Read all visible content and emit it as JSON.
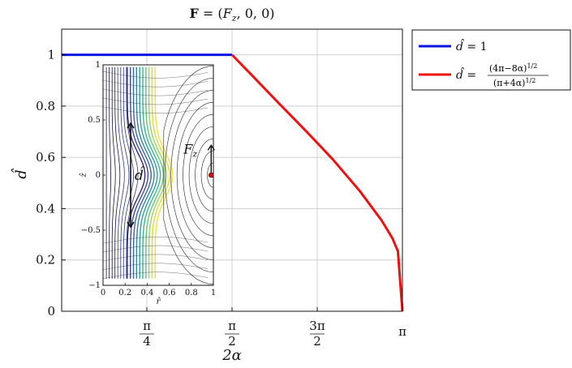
{
  "chart_data": [
    {
      "type": "line",
      "title": "𝐅 = (F_z, 0, 0)",
      "xlabel": "2α",
      "ylabel": "d̂",
      "xlim": [
        0,
        3.14159
      ],
      "ylim": [
        0,
        1.1
      ],
      "x_ticks": [
        {
          "value": 0.7854,
          "label": "π/4"
        },
        {
          "value": 1.5708,
          "label": "π/2"
        },
        {
          "value": 2.3562,
          "label": "3π/2"
        },
        {
          "value": 3.14159,
          "label": "π"
        }
      ],
      "y_ticks": [
        {
          "value": 0,
          "label": "0"
        },
        {
          "value": 0.2,
          "label": "0.2"
        },
        {
          "value": 0.4,
          "label": "0.4"
        },
        {
          "value": 0.6,
          "label": "0.6"
        },
        {
          "value": 0.8,
          "label": "0.8"
        },
        {
          "value": 1,
          "label": "1"
        }
      ],
      "grid": true,
      "legend_position": "outside-right-top",
      "series": [
        {
          "name": "d̂ = 1",
          "color": "#0a14e6",
          "x": [
            0,
            1.5708
          ],
          "y": [
            1,
            1
          ]
        },
        {
          "name": "d̂ = (4π−8α)^{1/2} / (π+4α)^{1/2}",
          "color": "#ee1111",
          "x": [
            1.5708,
            1.75,
            2.0,
            2.25,
            2.5,
            2.75,
            2.95,
            3.05,
            3.1,
            3.14159
          ],
          "y": [
            1.0,
            0.922,
            0.812,
            0.704,
            0.592,
            0.468,
            0.354,
            0.284,
            0.234,
            0.0
          ]
        }
      ]
    },
    {
      "type": "streamplot",
      "xlabel": "r̂",
      "ylabel": "ẑ",
      "xlim": [
        0,
        1
      ],
      "ylim": [
        -1,
        1
      ],
      "x_ticks": [
        "0",
        "0.2",
        "0.4",
        "0.6",
        "0.8",
        "1"
      ],
      "y_ticks": [
        "−1",
        "−0.5",
        "0",
        "0.5",
        "1"
      ],
      "annotations": {
        "distance_label": "d̂",
        "force_label": "F_z"
      }
    }
  ]
}
